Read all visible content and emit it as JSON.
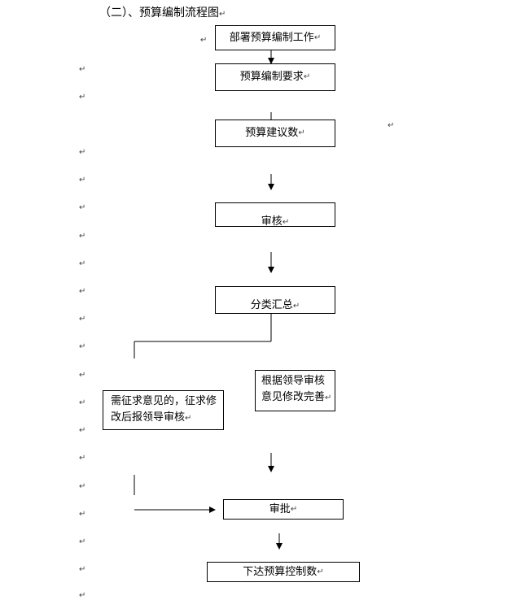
{
  "heading": "（二）、预算编制流程图",
  "return_mark": "↵",
  "steps": {
    "deploy": "部署预算编制工作",
    "requirements": "预算编制要求",
    "proposed": "预算建议数",
    "review": "审核",
    "summary": "分类汇总",
    "leader_line1": "根据领导审核",
    "leader_line2": "意见修改完善",
    "consult_line1": "需征求意见的，征求修",
    "consult_line2": "改后报领导审核",
    "approval": "审批",
    "issue": "下达预算控制数"
  }
}
